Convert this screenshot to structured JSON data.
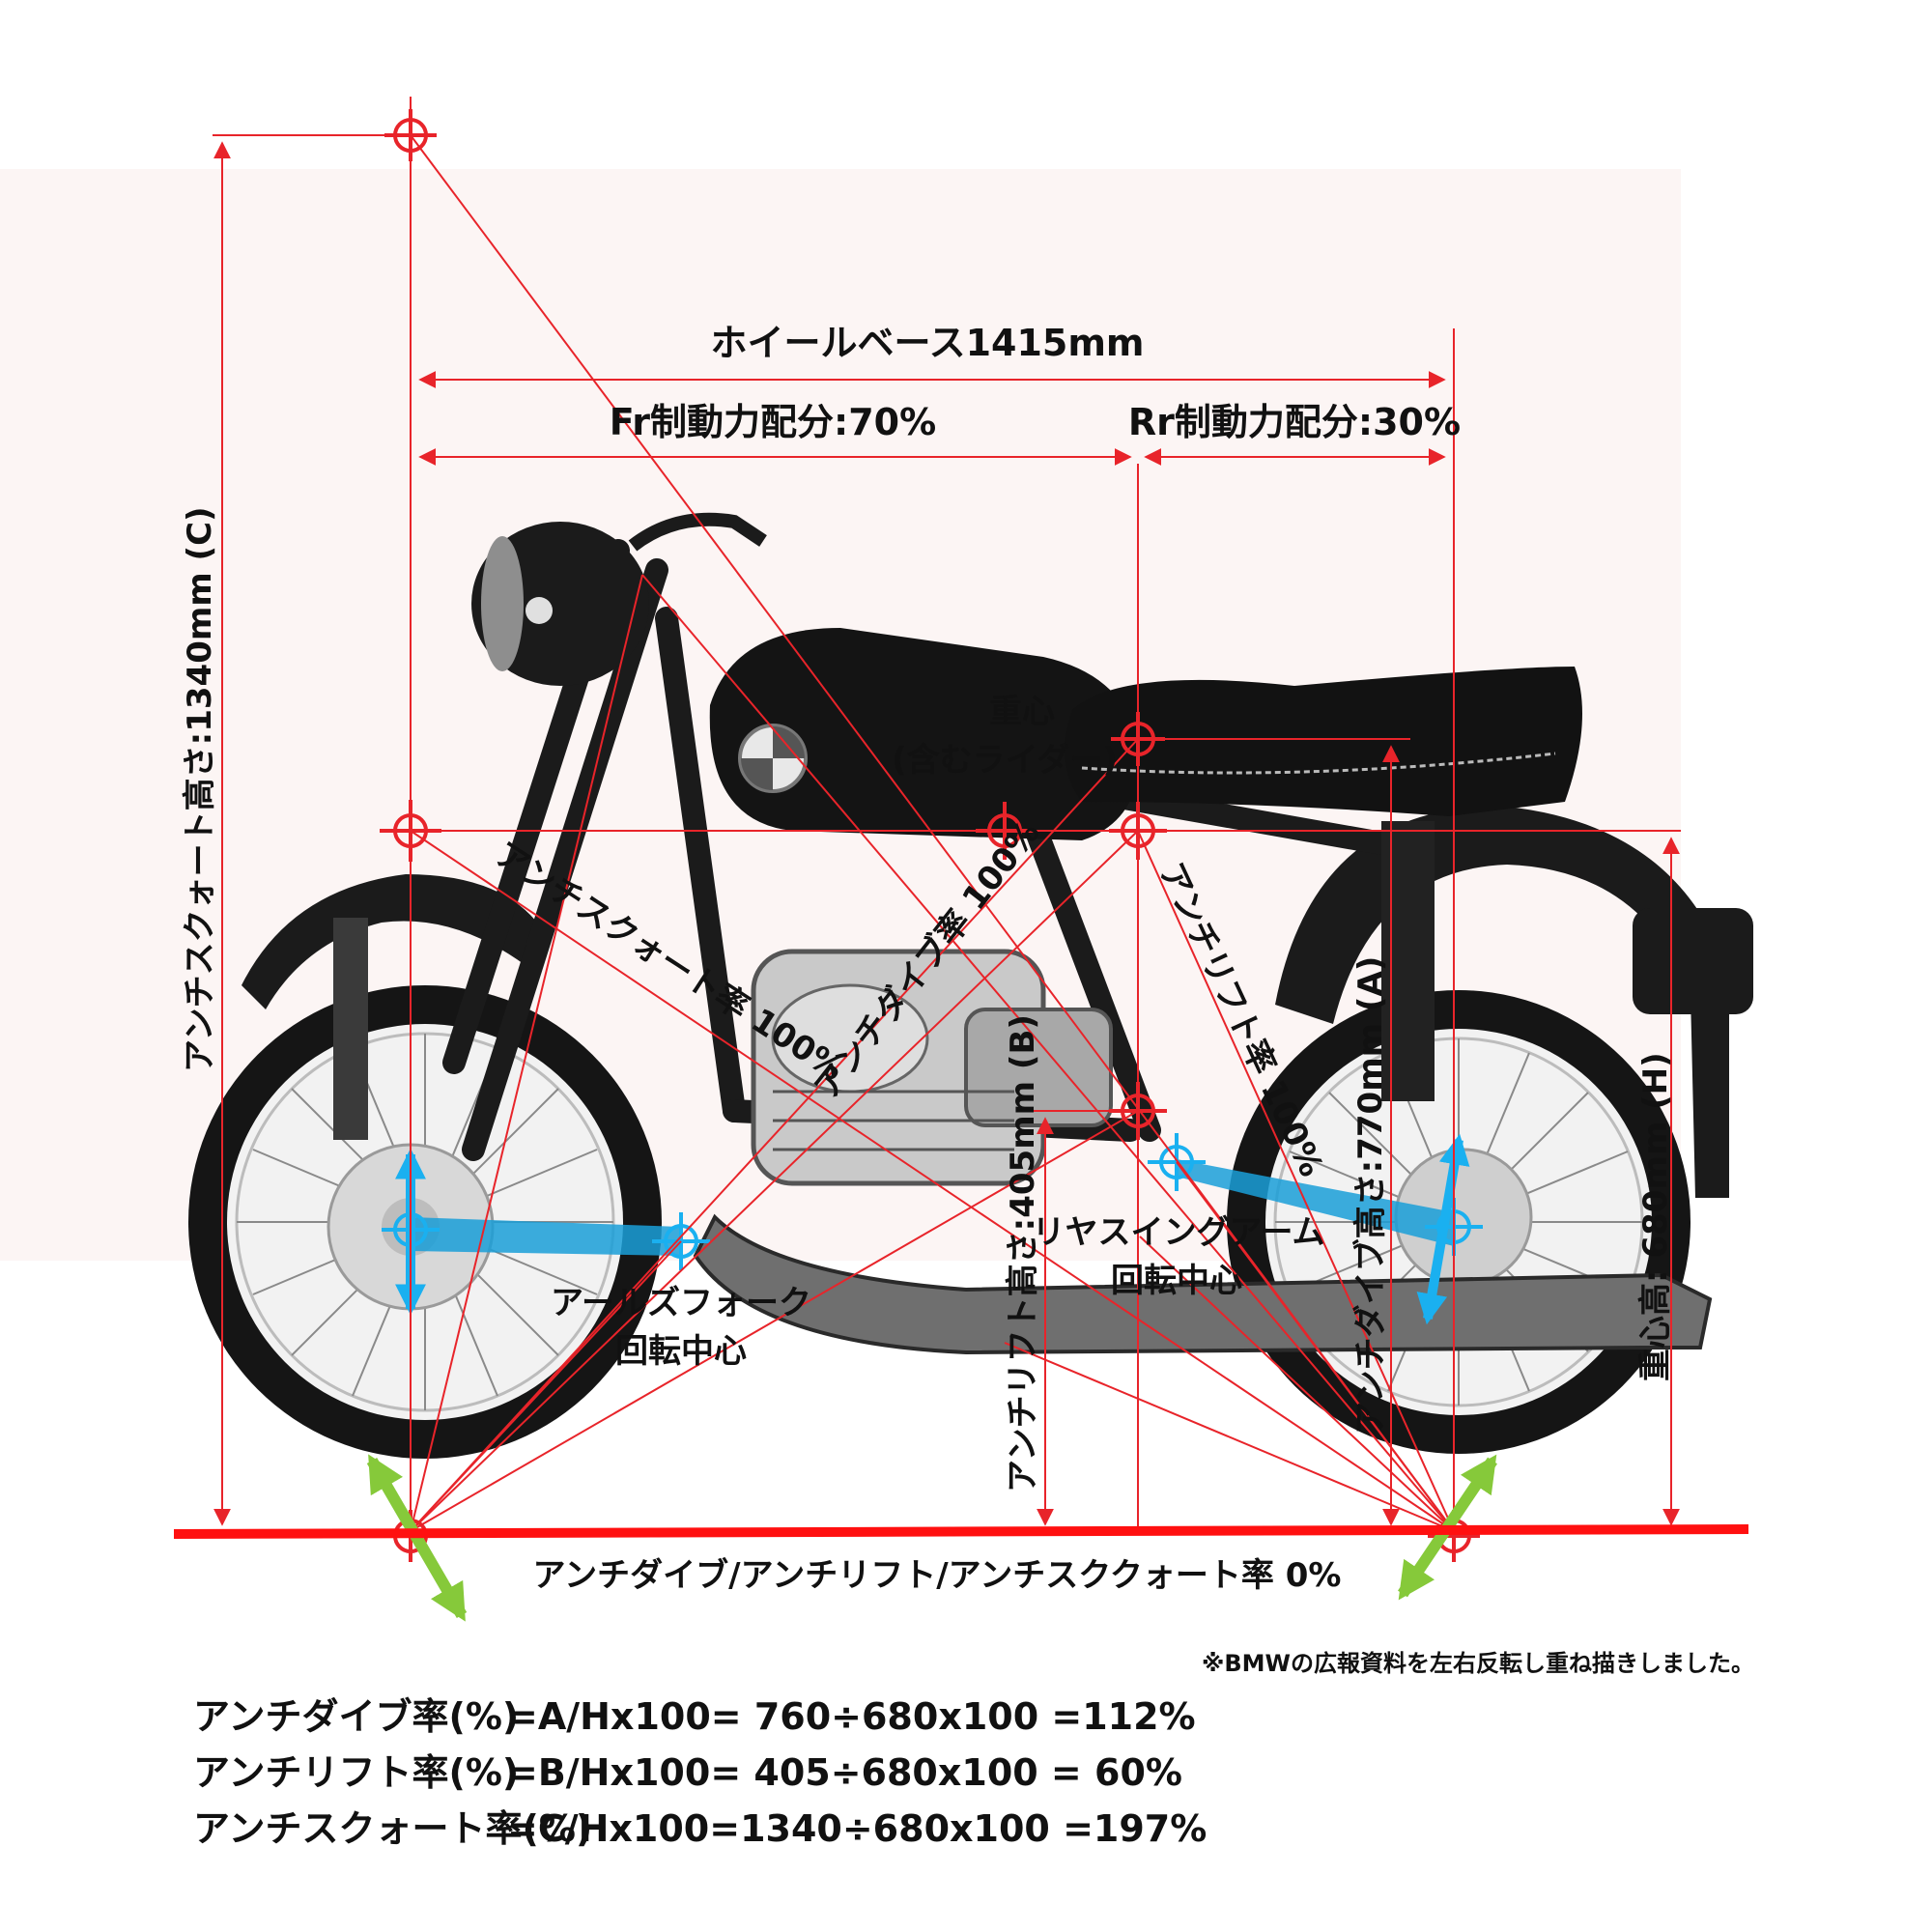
{
  "labels": {
    "wheelbase": "ホイールベース1415mm",
    "fr_brake": "Fr制動力配分:70%",
    "rr_brake": "Rr制動力配分:30%",
    "antisquat_height": "アンチスクォート高さ:1340mm (C)",
    "antidive_height": "アンチダイブ高さ:770mm (A)",
    "antilift_height": "アンチリフト高さ:405mm (B)",
    "cog_height": "重心高: 680mm (H)",
    "cog_line1": "重心",
    "cog_line2": "(含むライダー)",
    "antisquat_100": "アンチスクォート率 100%",
    "antidive_100_front": "アンチダイブ率 100%",
    "antilift_100": "アンチリフト率 100%",
    "earles_line1": "アールズフォーク",
    "earles_line2": "回転中心",
    "swingarm_line1": "リヤスイングアーム",
    "swingarm_line2": "回転中心",
    "zero_line": "アンチダイブ/アンチリフト/アンチスククォート率 0%",
    "note": "※BMWの広報資料を左右反転し重ね描きしました。"
  },
  "formulas": [
    {
      "name": "アンチダイブ率(%)",
      "expr": "=A/Hx100=  760÷680x100 =112%"
    },
    {
      "name": "アンチリフト率(%)",
      "expr": "=B/Hx100=  405÷680x100 =  60%"
    },
    {
      "name": "アンチスクォート率(%)",
      "expr": "=C/Hx100=1340÷680x100 =197%"
    }
  ],
  "colors": {
    "line": "#e8242a",
    "ground": "#ff1010",
    "arm": "#1a9fd8",
    "arrow_blue": "#1ab0f0",
    "arrow_green": "#86c93a",
    "bike": "#1b1b1b"
  }
}
